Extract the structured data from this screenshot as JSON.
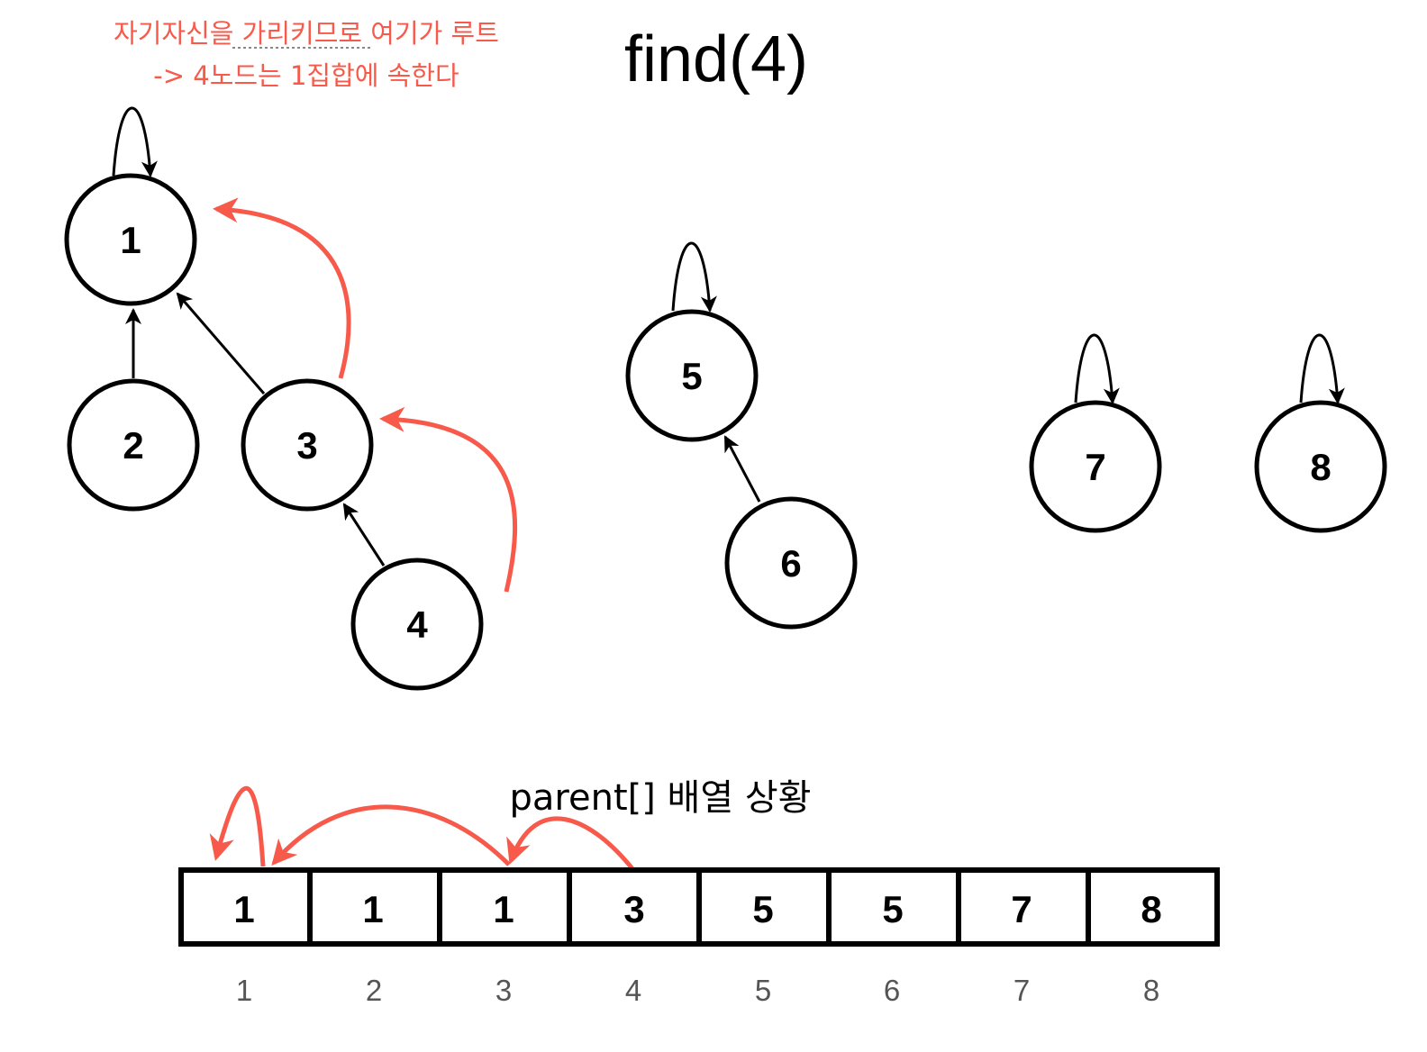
{
  "title": "find(4)",
  "note": {
    "line1": "자기자신을 가리키므로 여기가 루트",
    "line2": "-> 4노드는 1집합에 속한다"
  },
  "nodes": [
    {
      "label": "1"
    },
    {
      "label": "2"
    },
    {
      "label": "3"
    },
    {
      "label": "4"
    },
    {
      "label": "5"
    },
    {
      "label": "6"
    },
    {
      "label": "7"
    },
    {
      "label": "8"
    }
  ],
  "array": {
    "title": "parent[] 배열 상황",
    "values": [
      "1",
      "1",
      "1",
      "3",
      "5",
      "5",
      "7",
      "8"
    ],
    "indices": [
      "1",
      "2",
      "3",
      "4",
      "5",
      "6",
      "7",
      "8"
    ]
  },
  "colors": {
    "highlight": "#f75a4a",
    "stroke": "#000000"
  }
}
